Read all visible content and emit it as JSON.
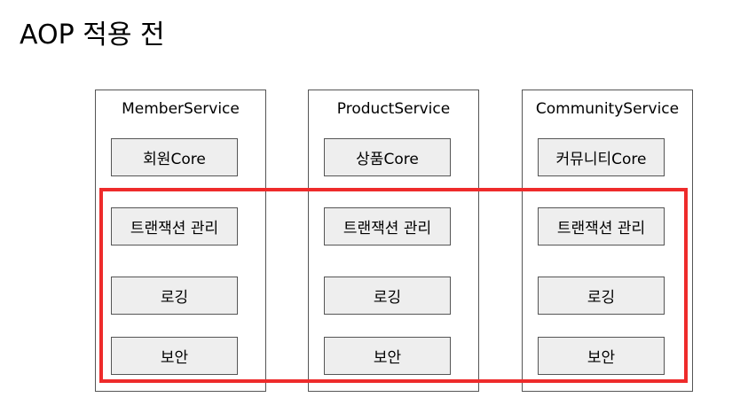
{
  "title": "AOP 적용 전",
  "services": [
    {
      "name": "MemberService",
      "core": "회원Core",
      "transaction": "트랜잭션 관리",
      "logging": "로깅",
      "security": "보안"
    },
    {
      "name": "ProductService",
      "core": "상품Core",
      "transaction": "트랜잭션 관리",
      "logging": "로깅",
      "security": "보안"
    },
    {
      "name": "CommunityService",
      "core": "커뮤니티Core",
      "transaction": "트랜잭션 관리",
      "logging": "로깅",
      "security": "보안"
    }
  ],
  "colors": {
    "highlight": "#ee2b2b",
    "box_fill": "#eeeeee",
    "border": "#555555"
  }
}
